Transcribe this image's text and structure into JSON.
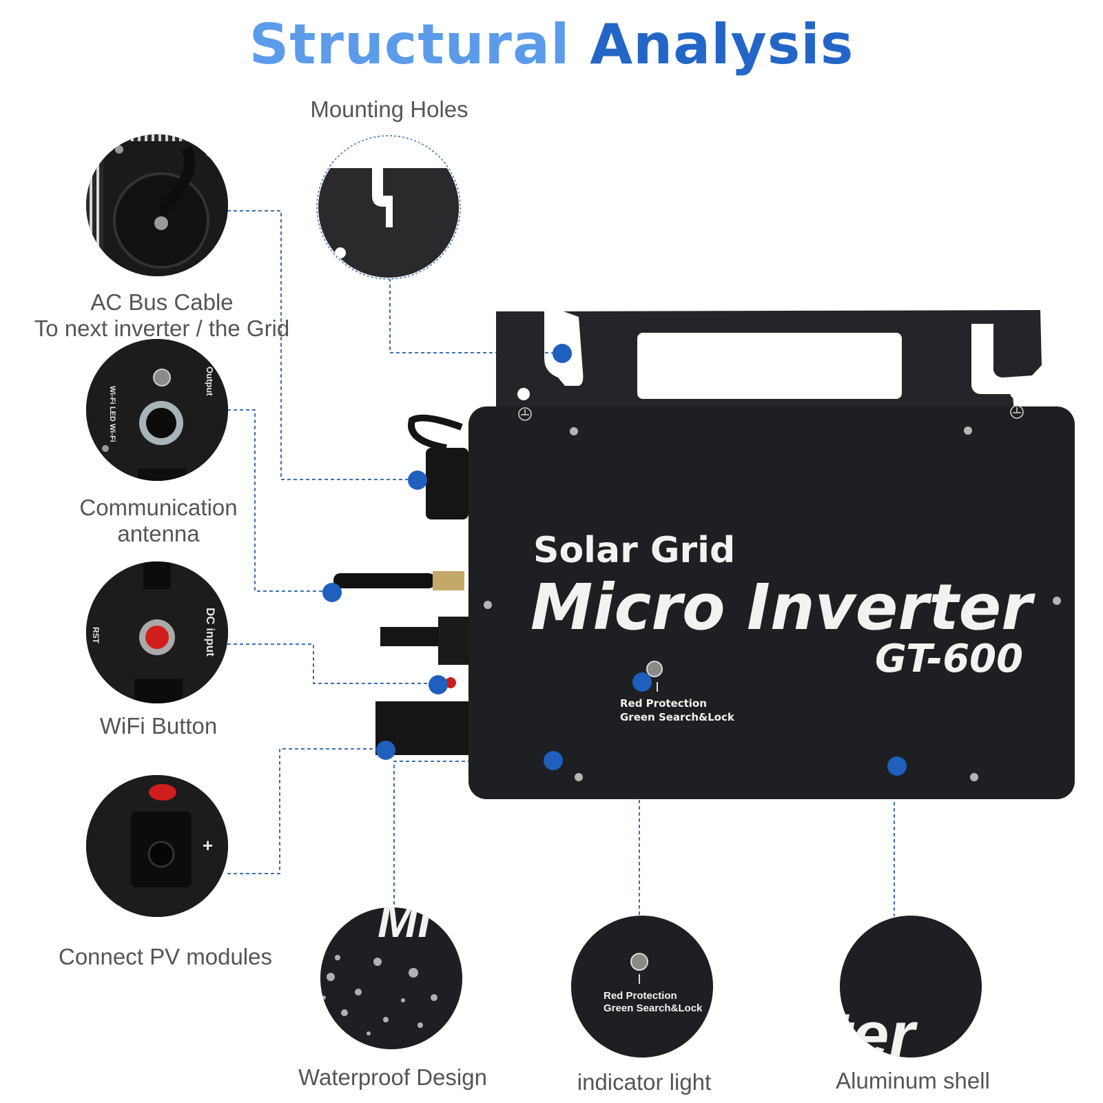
{
  "title": {
    "part1": "Structural",
    "part2": "Analysis"
  },
  "colors": {
    "title_light": "#5b9bea",
    "title_dark": "#2466c7",
    "dot": "#1f5fbd",
    "dash": "#3a6fb5",
    "label": "#555555",
    "device": "#1e1f22"
  },
  "labels": {
    "mounting_holes": "Mounting Holes",
    "ac_bus_line1": "AC Bus Cable",
    "ac_bus_line2": "To next inverter / the Grid",
    "comm_line1": "Communication",
    "comm_line2": "antenna",
    "wifi_button": "WiFi Button",
    "connect_pv": "Connect PV modules",
    "waterproof": "Waterproof Design",
    "indicator": "indicator light",
    "aluminum": "Aluminum shell"
  },
  "device": {
    "line1": "Solar Grid",
    "line2": "Micro Inverter",
    "model": "GT-600",
    "led_red": "Red Protection",
    "led_green": "Green  Search&Lock"
  },
  "closeups": {
    "wifi_led": "Wi-Fi LED",
    "wifi": "Wi-Fi",
    "output": "Output",
    "dc_input": "DC input",
    "rst": "RST",
    "plus": "+",
    "shell_text": "ter",
    "waterproof_text": "Mi"
  }
}
